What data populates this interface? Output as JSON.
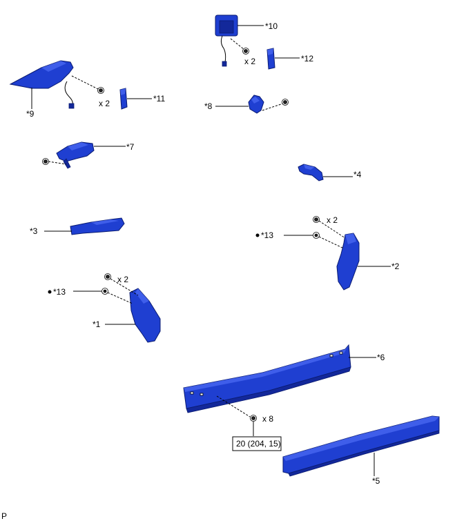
{
  "labels": {
    "p1": "*1",
    "p2": "*2",
    "p3": "*3",
    "p4": "*4",
    "p5": "*5",
    "p6": "*6",
    "p7": "*7",
    "p8": "*8",
    "p9": "*9",
    "p10": "*10",
    "p11": "*11",
    "p12": "*12",
    "p13": "*13",
    "qty_x2_a": "x 2",
    "qty_x2_b": "x 2",
    "qty_x2_c": "x 2",
    "qty_x2_d": "x 2",
    "qty_x8": "x 8"
  },
  "torque": "20 (204, 15)",
  "corner_code": "P",
  "colors": {
    "part_fill": "#1f3fd1",
    "part_shadow": "#13289a",
    "part_highlight": "#5a78ff"
  },
  "icons": [
    "bolt-icon",
    "clip-icon",
    "new-part-dot-icon"
  ]
}
